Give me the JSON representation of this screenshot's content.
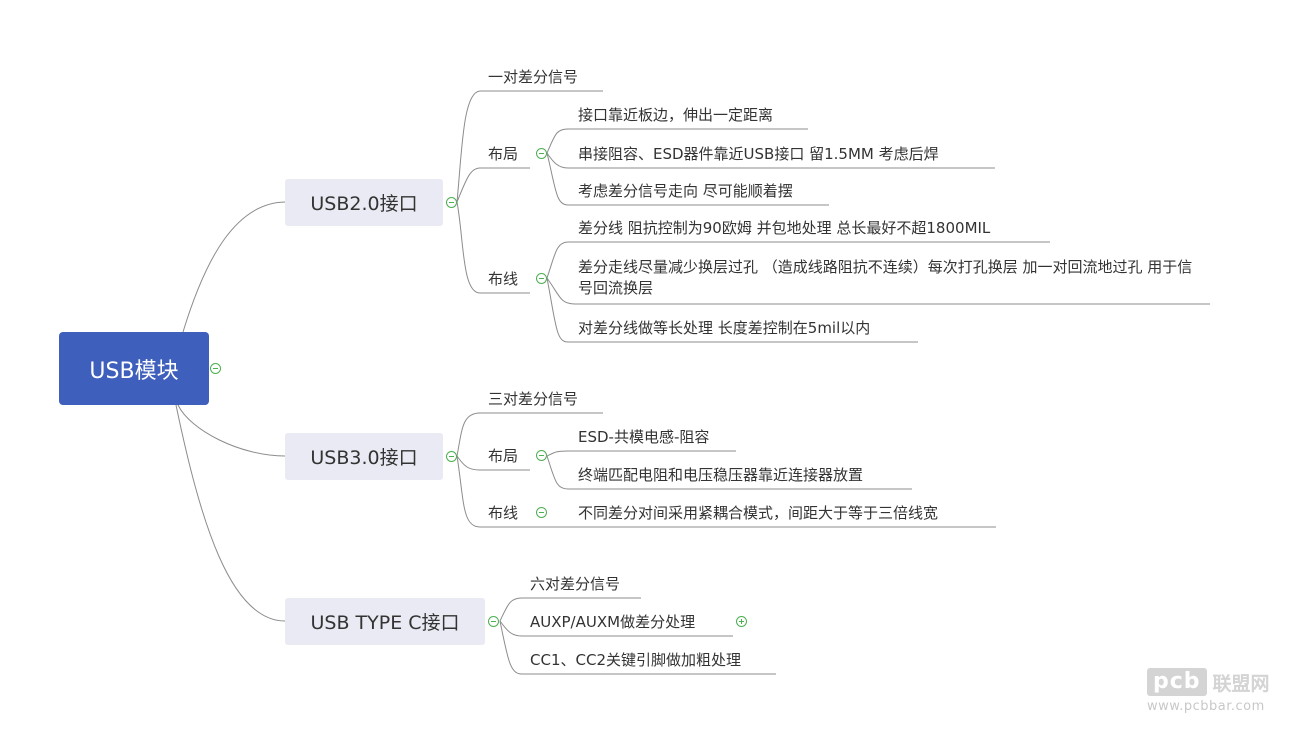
{
  "root": {
    "label": "USB模块"
  },
  "usb2": {
    "label": "USB2.0接口",
    "signal": "一对差分信号",
    "layout": {
      "label": "布局",
      "items": [
        "接口靠近板边，伸出一定距离",
        "串接阻容、ESD器件靠近USB接口 留1.5MM 考虑后焊",
        "考虑差分信号走向 尽可能顺着摆"
      ]
    },
    "routing": {
      "label": "布线",
      "items": [
        "差分线 阻抗控制为90欧姆 并包地处理 总长最好不超1800MIL",
        "差分走线尽量减少换层过孔 （造成线路阻抗不连续）每次打孔换层 加一对回流地过孔 用于信号回流换层",
        "对差分线做等长处理 长度差控制在5mil以内"
      ]
    }
  },
  "usb3": {
    "label": "USB3.0接口",
    "signal": "三对差分信号",
    "layout": {
      "label": "布局",
      "items": [
        "ESD-共模电感-阻容",
        "终端匹配电阻和电压稳压器靠近连接器放置"
      ]
    },
    "routing": {
      "label": "布线",
      "items": [
        "不同差分对间采用紧耦合模式，间距大于等于三倍线宽"
      ]
    }
  },
  "typec": {
    "label": "USB TYPE C接口",
    "items": [
      "六对差分信号",
      "AUXP/AUXM做差分处理",
      "CC1、CC2关键引脚做加粗处理"
    ]
  },
  "watermark": {
    "logo": "pcb",
    "name": "联盟网",
    "url": "www.pcbbar.com"
  },
  "colors": {
    "root": "#3f5fbd",
    "main_topic": "#e9eaf3",
    "line": "#808080",
    "toggle": "#4caf50"
  }
}
